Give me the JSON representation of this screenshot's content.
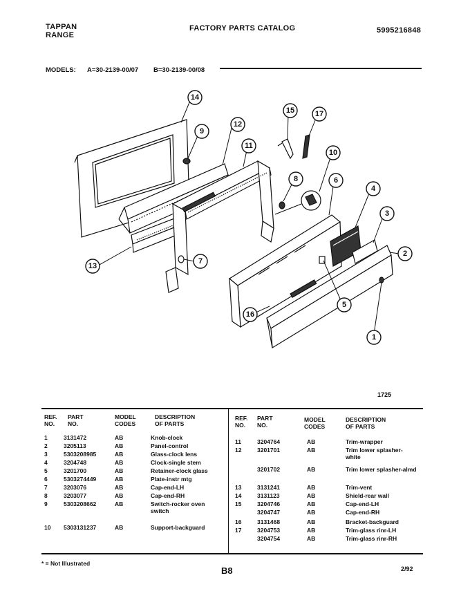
{
  "header": {
    "brand_line1": "TAPPAN",
    "brand_line2": "RANGE",
    "catalog_title": "FACTORY PARTS CATALOG",
    "catalog_number": "5995216848"
  },
  "models": {
    "label": "MODELS:",
    "a": "A=30-2139-00/07",
    "b": "B=30-2139-00/08"
  },
  "diagram": {
    "callouts": [
      "1",
      "2",
      "3",
      "4",
      "5",
      "6",
      "7",
      "8",
      "9",
      "10",
      "11",
      "12",
      "13",
      "14",
      "15",
      "16",
      "17"
    ],
    "figure_number": "1725"
  },
  "table": {
    "headers": {
      "ref_no": [
        "REF.",
        "NO."
      ],
      "part_no": [
        "PART",
        "NO."
      ],
      "model_codes": [
        "MODEL",
        "CODES"
      ],
      "description": [
        "DESCRIPTION",
        "OF PARTS"
      ]
    },
    "left_rows": [
      {
        "ref": "1",
        "part": "3131472",
        "code": "AB",
        "desc": "Knob-clock"
      },
      {
        "ref": "2",
        "part": "3205113",
        "code": "AB",
        "desc": "Panel-control"
      },
      {
        "ref": "3",
        "part": "5303208985",
        "code": "AB",
        "desc": "Glass-clock lens"
      },
      {
        "ref": "4",
        "part": "3204748",
        "code": "AB",
        "desc": "Clock-single stem"
      },
      {
        "ref": "5",
        "part": "3201700",
        "code": "AB",
        "desc": "Retainer-clock glass"
      },
      {
        "ref": "6",
        "part": "5303274449",
        "code": "AB",
        "desc": "Plate-instr mtg"
      },
      {
        "ref": "7",
        "part": "3203076",
        "code": "AB",
        "desc": "Cap-end-LH"
      },
      {
        "ref": "8",
        "part": "3203077",
        "code": "AB",
        "desc": "Cap-end-RH"
      },
      {
        "ref": "9",
        "part": "5303208662",
        "code": "AB",
        "desc": "Switch-rocker oven switch"
      },
      {
        "ref": "10",
        "part": "5303131237",
        "code": "AB",
        "desc": "Support-backguard"
      }
    ],
    "right_rows": [
      {
        "ref": "11",
        "part": "3204764",
        "code": "AB",
        "desc": "Trim-wrapper"
      },
      {
        "ref": "12",
        "part": "3201701",
        "code": "AB",
        "desc": "Trim lower splasher-white"
      },
      {
        "ref": "",
        "part": "3201702",
        "code": "AB",
        "desc": "Trim lower splasher-almd"
      },
      {
        "ref": "13",
        "part": "3131241",
        "code": "AB",
        "desc": "Trim-vent"
      },
      {
        "ref": "14",
        "part": "3131123",
        "code": "AB",
        "desc": "Shield-rear wall"
      },
      {
        "ref": "15",
        "part": "3204746",
        "code": "AB",
        "desc": "Cap-end-LH"
      },
      {
        "ref": "",
        "part": "3204747",
        "code": "AB",
        "desc": "Cap-end-RH"
      },
      {
        "ref": "16",
        "part": "3131468",
        "code": "AB",
        "desc": "Bracket-backguard"
      },
      {
        "ref": "17",
        "part": "3204753",
        "code": "AB",
        "desc": "Trim-glass rinr-LH"
      },
      {
        "ref": "",
        "part": "3204754",
        "code": "AB",
        "desc": "Trim-glass rinr-RH"
      }
    ]
  },
  "footer": {
    "note": "* = Not Illustrated",
    "page": "B8",
    "date": "2/92"
  }
}
